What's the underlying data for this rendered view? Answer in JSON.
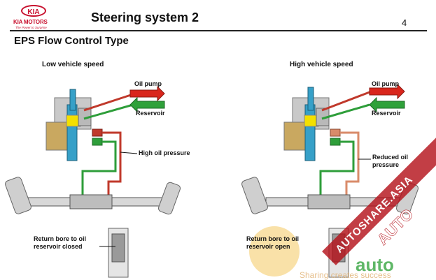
{
  "header": {
    "brand_logo_text": "KIA",
    "brand_name": "KIA MOTORS",
    "tagline": "The Power to Surprise",
    "title": "Steering system 2",
    "page_number": "4"
  },
  "slide": {
    "subtitle": "EPS Flow Control Type",
    "low": {
      "heading": "Low vehicle speed",
      "oil_pump": "Oil pump",
      "reservoir": "Reservoir",
      "pressure": "High oil pressure",
      "return_bore": "Return bore to oil reservoir closed"
    },
    "high": {
      "heading": "High vehicle speed",
      "oil_pump": "Oil pump",
      "reservoir": "Reservoir",
      "pressure": "Reduced oil pressure",
      "return_bore": "Return bore to oil reservoir open"
    }
  },
  "watermark": {
    "text1": "AUTOSHARE.ASIA",
    "text2": "AUTO",
    "text3": "auto",
    "text4": "Sharing creates success"
  },
  "colors": {
    "kia_red": "#c8102e",
    "high_pressure_line": "#c0392b",
    "reduced_pressure_line": "#d98b6a",
    "return_line": "#2e9e3a",
    "pump_arrow": "#d9261c",
    "reservoir_arrow": "#2fa13a",
    "watermark_red": "#b5121b",
    "watermark_yellow": "#f2c14e"
  }
}
